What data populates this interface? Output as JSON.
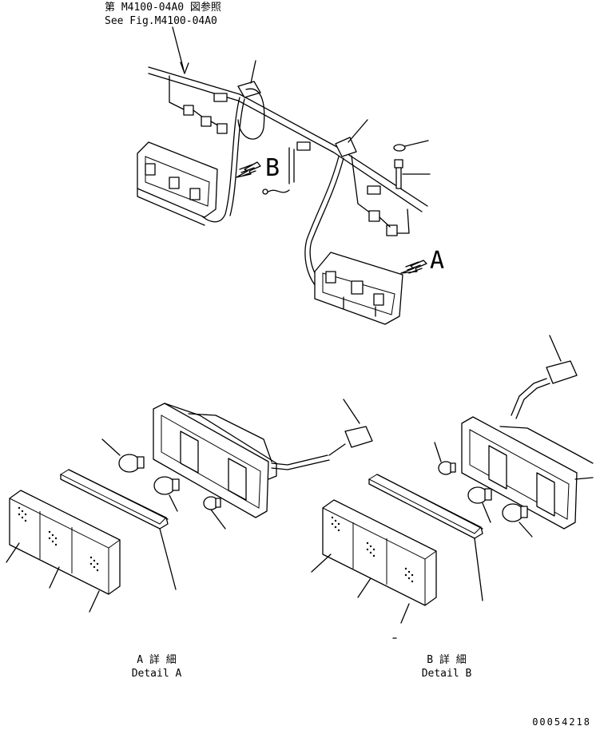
{
  "reference": {
    "line_jp": "第 M4100-04A0 図参照",
    "line_en": "See Fig.M4100-04A0"
  },
  "view_markers": {
    "a": "A",
    "b": "B"
  },
  "details": {
    "a_jp": "A 詳 細",
    "a_en": "Detail A",
    "b_jp": "B 詳 細",
    "b_en": "Detail B"
  },
  "drawing_number": "00054218"
}
